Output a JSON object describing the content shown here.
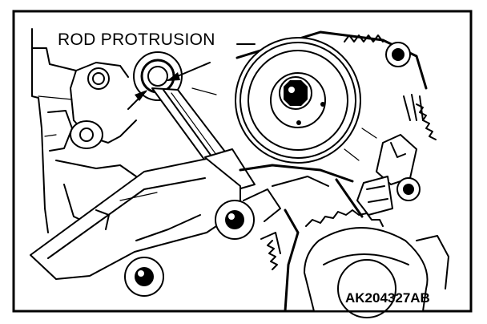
{
  "figure": {
    "callout_label": "ROD PROTRUSION",
    "figure_code": "AK204327AB",
    "parts": {
      "tensioner_pulley": "pulley",
      "auto_tensioner": "auto-tensioner",
      "tensioner_rod": "rod",
      "timing_belt": "belt",
      "sprocket": "sprocket",
      "bolts": "bolt"
    }
  }
}
